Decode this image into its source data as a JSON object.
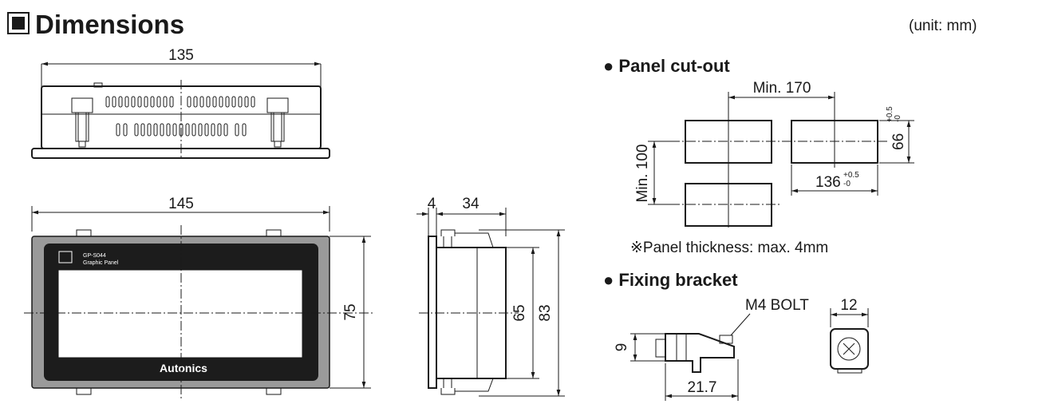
{
  "title": "Dimensions",
  "unit_note": "(unit: mm)",
  "top_view": {
    "width": "135"
  },
  "front_view": {
    "width": "145",
    "height": "75",
    "model": "GP-S044",
    "model_sub": "Graphic Panel",
    "brand": "Autonics"
  },
  "side_view": {
    "bezel": "4",
    "depth": "34",
    "body_height": "65",
    "total_height": "83"
  },
  "panel_cutout": {
    "heading": "● Panel cut-out",
    "min_h": "Min. 170",
    "min_v": "Min. 100",
    "cut_w": "136",
    "cut_w_tol_plus": "+0.5",
    "cut_w_tol_minus": "-0",
    "cut_h": "66",
    "cut_h_tol_plus": "+0.5",
    "cut_h_tol_minus": "-0",
    "note": "※Panel thickness: max. 4mm"
  },
  "fixing_bracket": {
    "heading": "● Fixing bracket",
    "bolt": "M4 BOLT",
    "width": "12",
    "height": "9",
    "length": "21.7"
  }
}
